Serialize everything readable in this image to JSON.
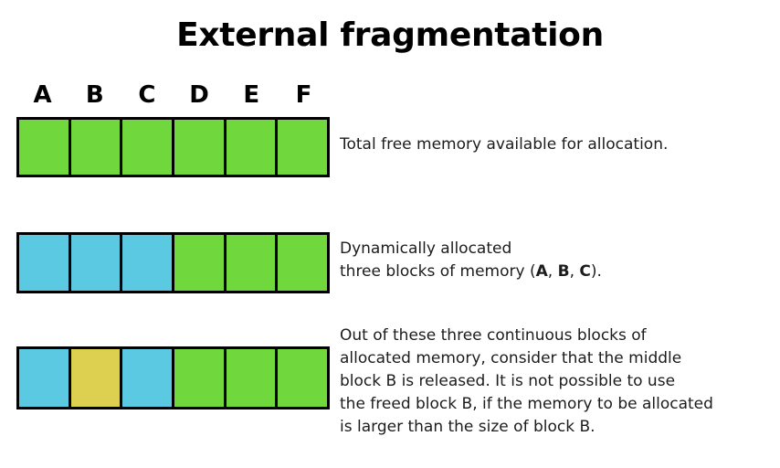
{
  "title": "External fragmentation",
  "column_labels": [
    "A",
    "B",
    "C",
    "D",
    "E",
    "F"
  ],
  "colors": {
    "free": "#70d83c",
    "allocated": "#5bc9e2",
    "released": "#ddd050",
    "border": "#000000",
    "background": "#ffffff",
    "text": "#1c1c1c"
  },
  "rows": [
    {
      "id": "row-1",
      "name": "total-free-memory",
      "cells": [
        {
          "state": "free",
          "color": "#70d83c"
        },
        {
          "state": "free",
          "color": "#70d83c"
        },
        {
          "state": "free",
          "color": "#70d83c"
        },
        {
          "state": "free",
          "color": "#70d83c"
        },
        {
          "state": "free",
          "color": "#70d83c"
        },
        {
          "state": "free",
          "color": "#70d83c"
        }
      ],
      "description": "Total free memory available for allocation."
    },
    {
      "id": "row-2",
      "name": "allocated-three-blocks",
      "cells": [
        {
          "state": "allocated",
          "color": "#5bc9e2"
        },
        {
          "state": "allocated",
          "color": "#5bc9e2"
        },
        {
          "state": "allocated",
          "color": "#5bc9e2"
        },
        {
          "state": "free",
          "color": "#70d83c"
        },
        {
          "state": "free",
          "color": "#70d83c"
        },
        {
          "state": "free",
          "color": "#70d83c"
        }
      ],
      "description_line1": "Dynamically allocated",
      "description_line2_pre": "three blocks of memory (",
      "description_bold_a": "A",
      "description_sep1": ", ",
      "description_bold_b": "B",
      "description_sep2": ", ",
      "description_bold_c": "C",
      "description_line2_post": ")."
    },
    {
      "id": "row-3",
      "name": "released-middle-block",
      "cells": [
        {
          "state": "allocated",
          "color": "#5bc9e2"
        },
        {
          "state": "released",
          "color": "#ddd050"
        },
        {
          "state": "allocated",
          "color": "#5bc9e2"
        },
        {
          "state": "free",
          "color": "#70d83c"
        },
        {
          "state": "free",
          "color": "#70d83c"
        },
        {
          "state": "free",
          "color": "#70d83c"
        }
      ],
      "description": "Out of these three continuous blocks of\nallocated memory, consider that the middle\nblock B is released. It is not possible to use\nthe freed block B, if the memory to be allocated\nis larger than the size of block B."
    }
  ]
}
